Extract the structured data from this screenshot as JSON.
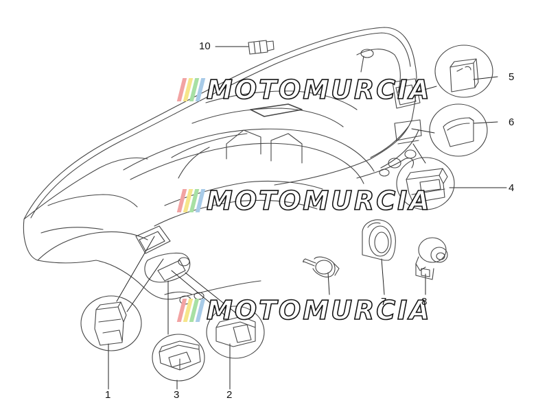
{
  "callouts": {
    "c1": "1",
    "c2": "2",
    "c3": "3",
    "c4": "4",
    "c5": "5",
    "c6": "6",
    "c7": "7",
    "c8": "8",
    "c10": "10"
  },
  "watermark": {
    "text": "MOTOMURCIA",
    "stripe_colors": [
      "#f2a3a3",
      "#f6e58a",
      "#a7e0a4",
      "#a8cbe8"
    ],
    "text_color": "#ffffff",
    "outline_color": "#000000"
  }
}
